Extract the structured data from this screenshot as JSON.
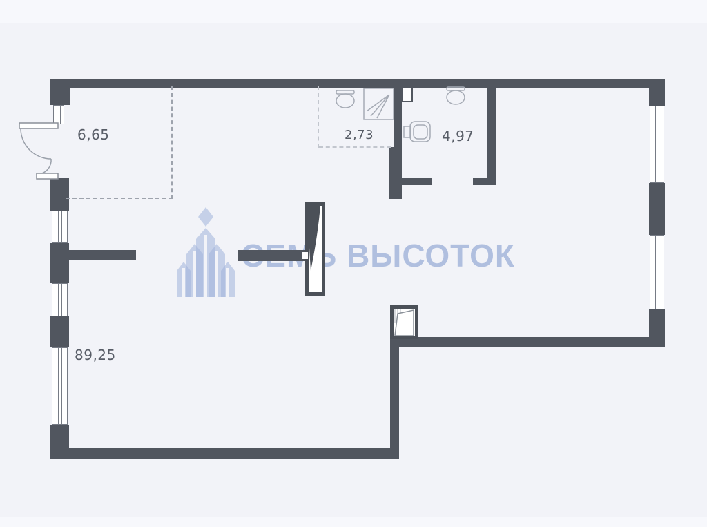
{
  "app": {
    "background_color": "#f2f3f8",
    "wall_color": "#51565f"
  },
  "watermark": {
    "text": "СЕМЬ ВЫСОТОК",
    "logo_icon": "seven-towers-building-logo",
    "color": "#a4b5db"
  },
  "floorplan": {
    "type": "apartment-floor-plan",
    "rooms": [
      {
        "name": "entry-zone",
        "area": "6,65"
      },
      {
        "name": "shower-room",
        "area": "2,73"
      },
      {
        "name": "bathroom",
        "area": "4,97"
      },
      {
        "name": "main-living-space",
        "area": "89,25"
      }
    ],
    "fixtures": [
      "entry-double-door-swing",
      "shower-cabin",
      "washbasin-shower-room",
      "washbasin-bathroom",
      "toilet",
      "interior-door",
      "terrace-door"
    ]
  }
}
